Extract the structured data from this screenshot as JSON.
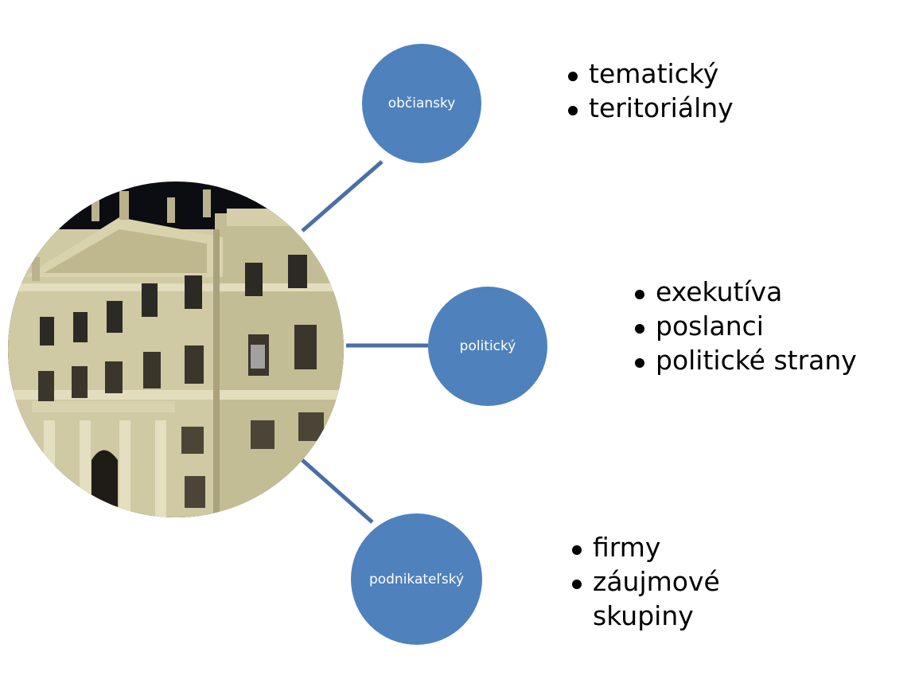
{
  "diagram": {
    "center": {
      "image": "palace-building-night-photo"
    },
    "nodes": [
      {
        "label": "občiansky",
        "color": "#4f81bd",
        "items": [
          "tematický",
          "teritoriálny"
        ]
      },
      {
        "label": "politický",
        "color": "#4f81bd",
        "items": [
          "exekutíva",
          "poslanci",
          "politické strany"
        ]
      },
      {
        "label": "podnikateľský",
        "color": "#4f81bd",
        "items": [
          "firmy",
          "záujmové skupiny"
        ]
      }
    ],
    "connector_color": "#4a6fa5"
  }
}
